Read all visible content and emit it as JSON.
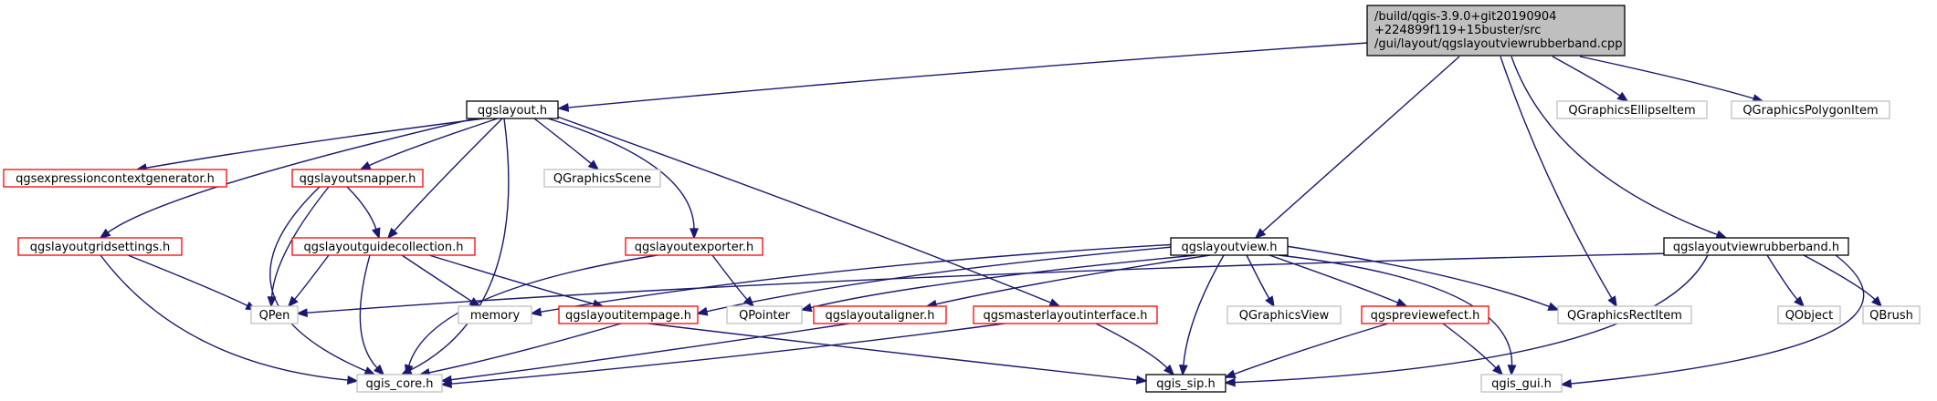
{
  "colors": {
    "edge": "#191970",
    "node_border_default": "#000000",
    "node_border_red": "#ff0000",
    "node_border_grey": "#bfbfbf",
    "node_fill_root": "#bfbfbf",
    "node_fill_default": "#ffffff"
  },
  "nodes": {
    "root": {
      "lines": [
        "/build/qgis-3.9.0+git20190904",
        "+224899f119+15buster/src",
        "/gui/layout/qgslayoutviewrubberband.cpp"
      ],
      "style": "root"
    },
    "qgslayout": {
      "lines": [
        "qgslayout.h"
      ],
      "style": "black"
    },
    "qgsexpressioncontextgenerator": {
      "lines": [
        "qgsexpressioncontextgenerator.h"
      ],
      "style": "red"
    },
    "qgslayoutsnapper": {
      "lines": [
        "qgslayoutsnapper.h"
      ],
      "style": "red"
    },
    "qgraphicsscene": {
      "lines": [
        "QGraphicsScene"
      ],
      "style": "grey"
    },
    "qgslayoutgridsettings": {
      "lines": [
        "qgslayoutgridsettings.h"
      ],
      "style": "red"
    },
    "qgslayoutguidecollection": {
      "lines": [
        "qgslayoutguidecollection.h"
      ],
      "style": "red"
    },
    "qgslayoutexporter": {
      "lines": [
        "qgslayoutexporter.h"
      ],
      "style": "red"
    },
    "qpen": {
      "lines": [
        "QPen"
      ],
      "style": "grey"
    },
    "memory": {
      "lines": [
        "memory"
      ],
      "style": "grey"
    },
    "qgslayoutitempage": {
      "lines": [
        "qgslayoutitempage.h"
      ],
      "style": "red"
    },
    "qpointer": {
      "lines": [
        "QPointer"
      ],
      "style": "grey"
    },
    "qgslayoutaligner": {
      "lines": [
        "qgslayoutaligner.h"
      ],
      "style": "red"
    },
    "qgsmasterlayoutinterface": {
      "lines": [
        "qgsmasterlayoutinterface.h"
      ],
      "style": "red"
    },
    "qgis_core": {
      "lines": [
        "qgis_core.h"
      ],
      "style": "grey"
    },
    "qgis_sip": {
      "lines": [
        "qgis_sip.h"
      ],
      "style": "black"
    },
    "qgslayoutview": {
      "lines": [
        "qgslayoutview.h"
      ],
      "style": "black"
    },
    "qgraphicsview": {
      "lines": [
        "QGraphicsView"
      ],
      "style": "grey"
    },
    "qgspreviewefect": {
      "lines": [
        "qgspreviewefect.h"
      ],
      "style": "red"
    },
    "qgis_gui": {
      "lines": [
        "qgis_gui.h"
      ],
      "style": "grey"
    },
    "qgraphicsrectitem": {
      "lines": [
        "QGraphicsRectItem"
      ],
      "style": "grey"
    },
    "qgraphicsellipseitem": {
      "lines": [
        "QGraphicsEllipseItem"
      ],
      "style": "grey"
    },
    "qgraphicspolygonitem": {
      "lines": [
        "QGraphicsPolygonItem"
      ],
      "style": "grey"
    },
    "qgslayoutviewrubberband": {
      "lines": [
        "qgslayoutviewrubberband.h"
      ],
      "style": "black"
    },
    "qobject": {
      "lines": [
        "QObject"
      ],
      "style": "grey"
    },
    "qbrush": {
      "lines": [
        "QBrush"
      ],
      "style": "grey"
    }
  },
  "edges": [
    [
      "root",
      "qgslayout"
    ],
    [
      "root",
      "qgslayoutview"
    ],
    [
      "root",
      "qgraphicsellipseitem"
    ],
    [
      "root",
      "qgraphicspolygonitem"
    ],
    [
      "root",
      "qgraphicsrectitem"
    ],
    [
      "root",
      "qgslayoutviewrubberband"
    ],
    [
      "qgslayout",
      "qgsexpressioncontextgenerator"
    ],
    [
      "qgslayout",
      "qgslayoutsnapper"
    ],
    [
      "qgslayout",
      "qgraphicsscene"
    ],
    [
      "qgslayout",
      "qgslayoutgridsettings"
    ],
    [
      "qgslayout",
      "qgslayoutguidecollection"
    ],
    [
      "qgslayout",
      "qgslayoutexporter"
    ],
    [
      "qgslayout",
      "qgsmasterlayoutinterface"
    ],
    [
      "qgslayout",
      "qgis_core"
    ],
    [
      "qgslayoutsnapper",
      "qgslayoutguidecollection"
    ],
    [
      "qgslayoutsnapper",
      "qpen"
    ],
    [
      "qgslayoutsnapper",
      "qgis_core"
    ],
    [
      "qgslayoutgridsettings",
      "qpen"
    ],
    [
      "qgslayoutgridsettings",
      "qgis_core"
    ],
    [
      "qgslayoutguidecollection",
      "qpen"
    ],
    [
      "qgslayoutguidecollection",
      "memory"
    ],
    [
      "qgslayoutguidecollection",
      "qgslayoutitempage"
    ],
    [
      "qgslayoutguidecollection",
      "qgis_core"
    ],
    [
      "qgslayoutexporter",
      "qpointer"
    ],
    [
      "qgslayoutexporter",
      "qgis_core"
    ],
    [
      "qgslayoutitempage",
      "qgis_core"
    ],
    [
      "qgslayoutitempage",
      "qgis_sip"
    ],
    [
      "qgslayoutaligner",
      "qgis_core"
    ],
    [
      "qgsmasterlayoutinterface",
      "qgis_core"
    ],
    [
      "qgsmasterlayoutinterface",
      "qgis_sip"
    ],
    [
      "qgslayoutview",
      "memory"
    ],
    [
      "qgslayoutview",
      "qgslayoutitempage"
    ],
    [
      "qgslayoutview",
      "qpointer"
    ],
    [
      "qgslayoutview",
      "qgslayoutaligner"
    ],
    [
      "qgslayoutview",
      "qgraphicsview"
    ],
    [
      "qgslayoutview",
      "qgspreviewefect"
    ],
    [
      "qgslayoutview",
      "qgraphicsrectitem"
    ],
    [
      "qgslayoutview",
      "qgis_sip"
    ],
    [
      "qgslayoutview",
      "qgis_gui"
    ],
    [
      "qgspreviewefect",
      "qgis_sip"
    ],
    [
      "qgspreviewefect",
      "qgis_gui"
    ],
    [
      "qgslayoutviewrubberband",
      "qpen"
    ],
    [
      "qgslayoutviewrubberband",
      "qobject"
    ],
    [
      "qgslayoutviewrubberband",
      "qbrush"
    ],
    [
      "qgslayoutviewrubberband",
      "qgis_sip"
    ],
    [
      "qgslayoutviewrubberband",
      "qgis_gui"
    ]
  ]
}
